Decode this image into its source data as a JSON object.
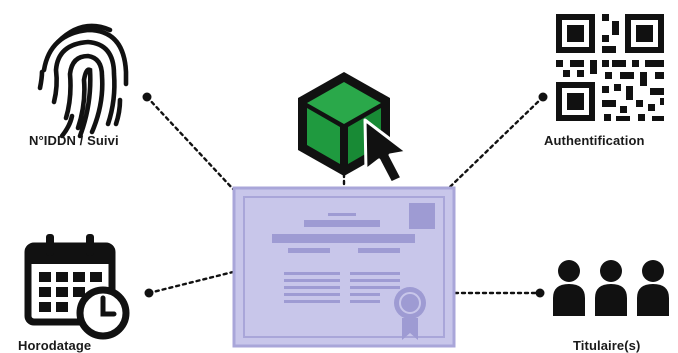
{
  "labels": {
    "tracking": "N°IDDN / Suivi",
    "authentication": "Authentification",
    "timestamp": "Horodatage",
    "holders": "Titulaire(s)"
  },
  "colors": {
    "ink": "#111111",
    "cube_green": "#1f9a3f",
    "cube_green_dark": "#157a2f",
    "certificate_fill": "#c8c6ea",
    "certificate_border": "#a9a6d9",
    "certificate_detail": "#9e9bd3",
    "connector": "#111111"
  },
  "icons": {
    "tracking": "fingerprint-icon",
    "authentication": "qr-code-icon",
    "timestamp": "calendar-clock-icon",
    "holders": "people-group-icon",
    "center": "cube-cursor-icon",
    "document": "certificate-icon"
  }
}
